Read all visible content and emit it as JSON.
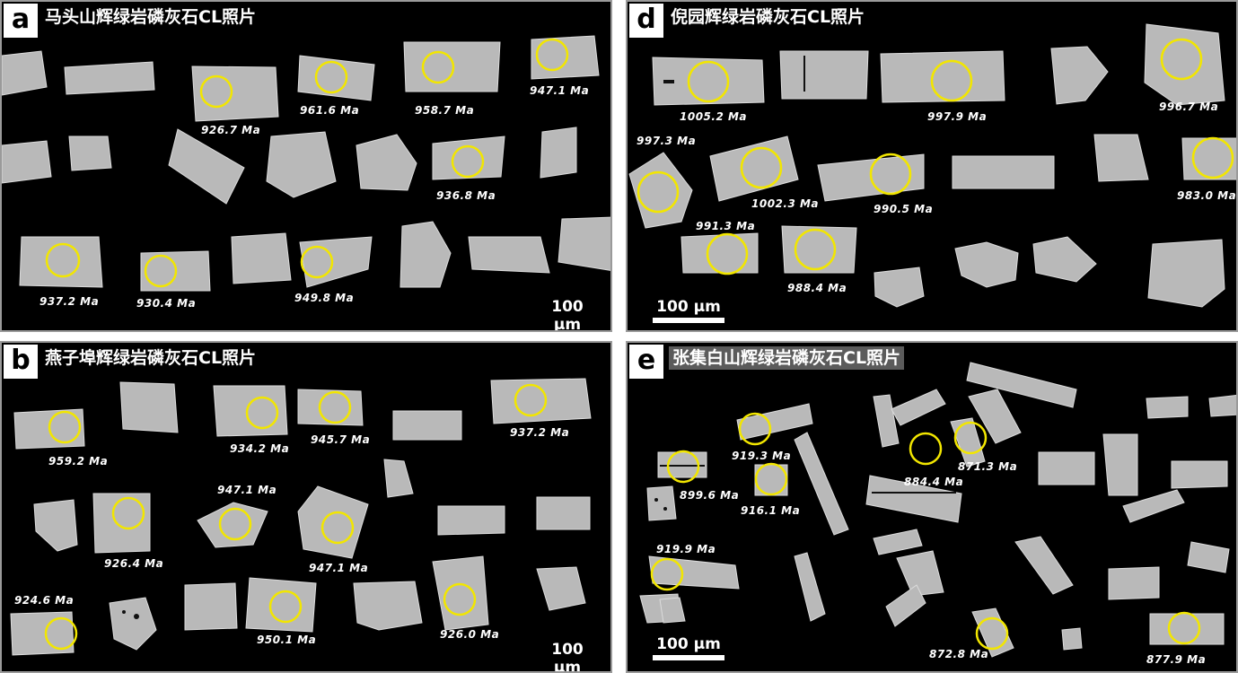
{
  "panels": {
    "a": {
      "letter": "a",
      "title": "马头山辉绿岩磷灰石CL照片",
      "scale": "100 μm",
      "ages": [
        "926.7 Ma",
        "961.6 Ma",
        "958.7 Ma",
        "947.1 Ma",
        "936.8 Ma",
        "937.2 Ma",
        "930.4 Ma",
        "949.8 Ma"
      ]
    },
    "b": {
      "letter": "b",
      "title": "燕子埠辉绿岩磷灰石CL照片",
      "scale": "100 μm",
      "ages": [
        "959.2 Ma",
        "934.2 Ma",
        "945.7 Ma",
        "937.2 Ma",
        "947.1 Ma",
        "926.4 Ma",
        "947.1 Ma",
        "924.6 Ma",
        "950.1 Ma",
        "926.0 Ma"
      ]
    },
    "d": {
      "letter": "d",
      "title": "倪园辉绿岩磷灰石CL照片",
      "scale": "100 μm",
      "ages": [
        "1005.2 Ma",
        "997.9 Ma",
        "996.7 Ma",
        "997.3 Ma",
        "1002.3 Ma",
        "990.5 Ma",
        "983.0 Ma",
        "991.3 Ma",
        "988.4 Ma"
      ]
    },
    "e": {
      "letter": "e",
      "title": "张集白山辉绿岩磷灰石CL照片",
      "scale": "100 μm",
      "ages": [
        "919.3 Ma",
        "884.4 Ma",
        "871.3 Ma",
        "899.6 Ma",
        "916.1 Ma",
        "919.9 Ma",
        "872.8 Ma",
        "877.9 Ma"
      ]
    }
  },
  "colors": {
    "circle": "#f2e600",
    "grain": "#bdbdbd",
    "background": "#000000"
  }
}
